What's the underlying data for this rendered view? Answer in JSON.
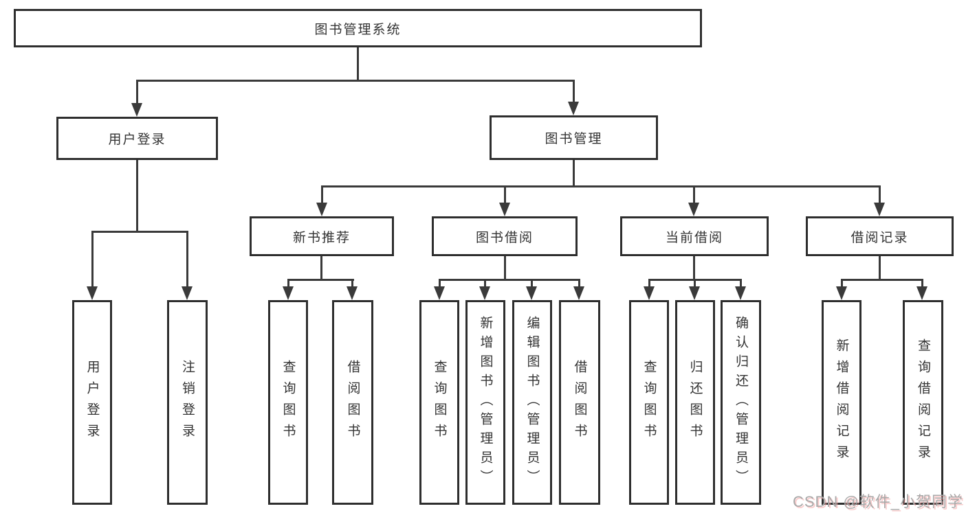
{
  "diagram": {
    "tree": {
      "label": "图书管理系统",
      "children": [
        {
          "label": "用户登录",
          "children": [
            {
              "label": "用户登录"
            },
            {
              "label": "注销登录"
            }
          ]
        },
        {
          "label": "图书管理",
          "children": [
            {
              "label": "新书推荐",
              "children": [
                {
                  "label": "查询图书"
                },
                {
                  "label": "借阅图书"
                }
              ]
            },
            {
              "label": "图书借阅",
              "children": [
                {
                  "label": "查询图书"
                },
                {
                  "label": "新增图书（管理员）"
                },
                {
                  "label": "编辑图书（管理员）"
                },
                {
                  "label": "借阅图书"
                }
              ]
            },
            {
              "label": "当前借阅",
              "children": [
                {
                  "label": "查询图书"
                },
                {
                  "label": "归还图书"
                },
                {
                  "label": "确认归还（管理员）"
                }
              ]
            },
            {
              "label": "借阅记录",
              "children": [
                {
                  "label": "新增借阅记录"
                },
                {
                  "label": "查询借阅记录"
                }
              ]
            }
          ]
        }
      ]
    },
    "watermark": "CSDN @软件_小贺同学",
    "colors": {
      "line": "#3a3a3a",
      "box_border": "#2e2e2e",
      "text": "#333333",
      "background": "#ffffff",
      "watermark_text": "#a9a9a9"
    }
  }
}
